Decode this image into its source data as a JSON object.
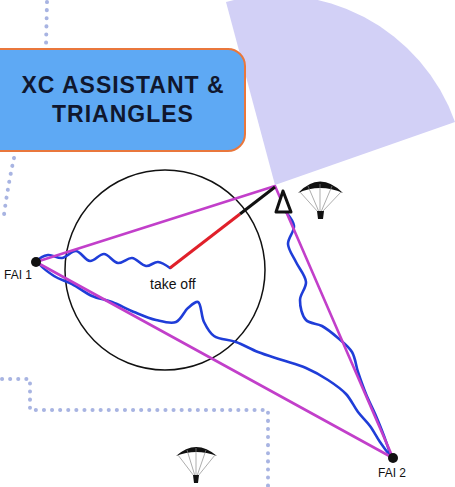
{
  "diagram": {
    "title": "XC ASSISTANT & TRIANGLES",
    "labels": [
      "take off",
      "FAI 1",
      "FAI 2"
    ]
  }
}
